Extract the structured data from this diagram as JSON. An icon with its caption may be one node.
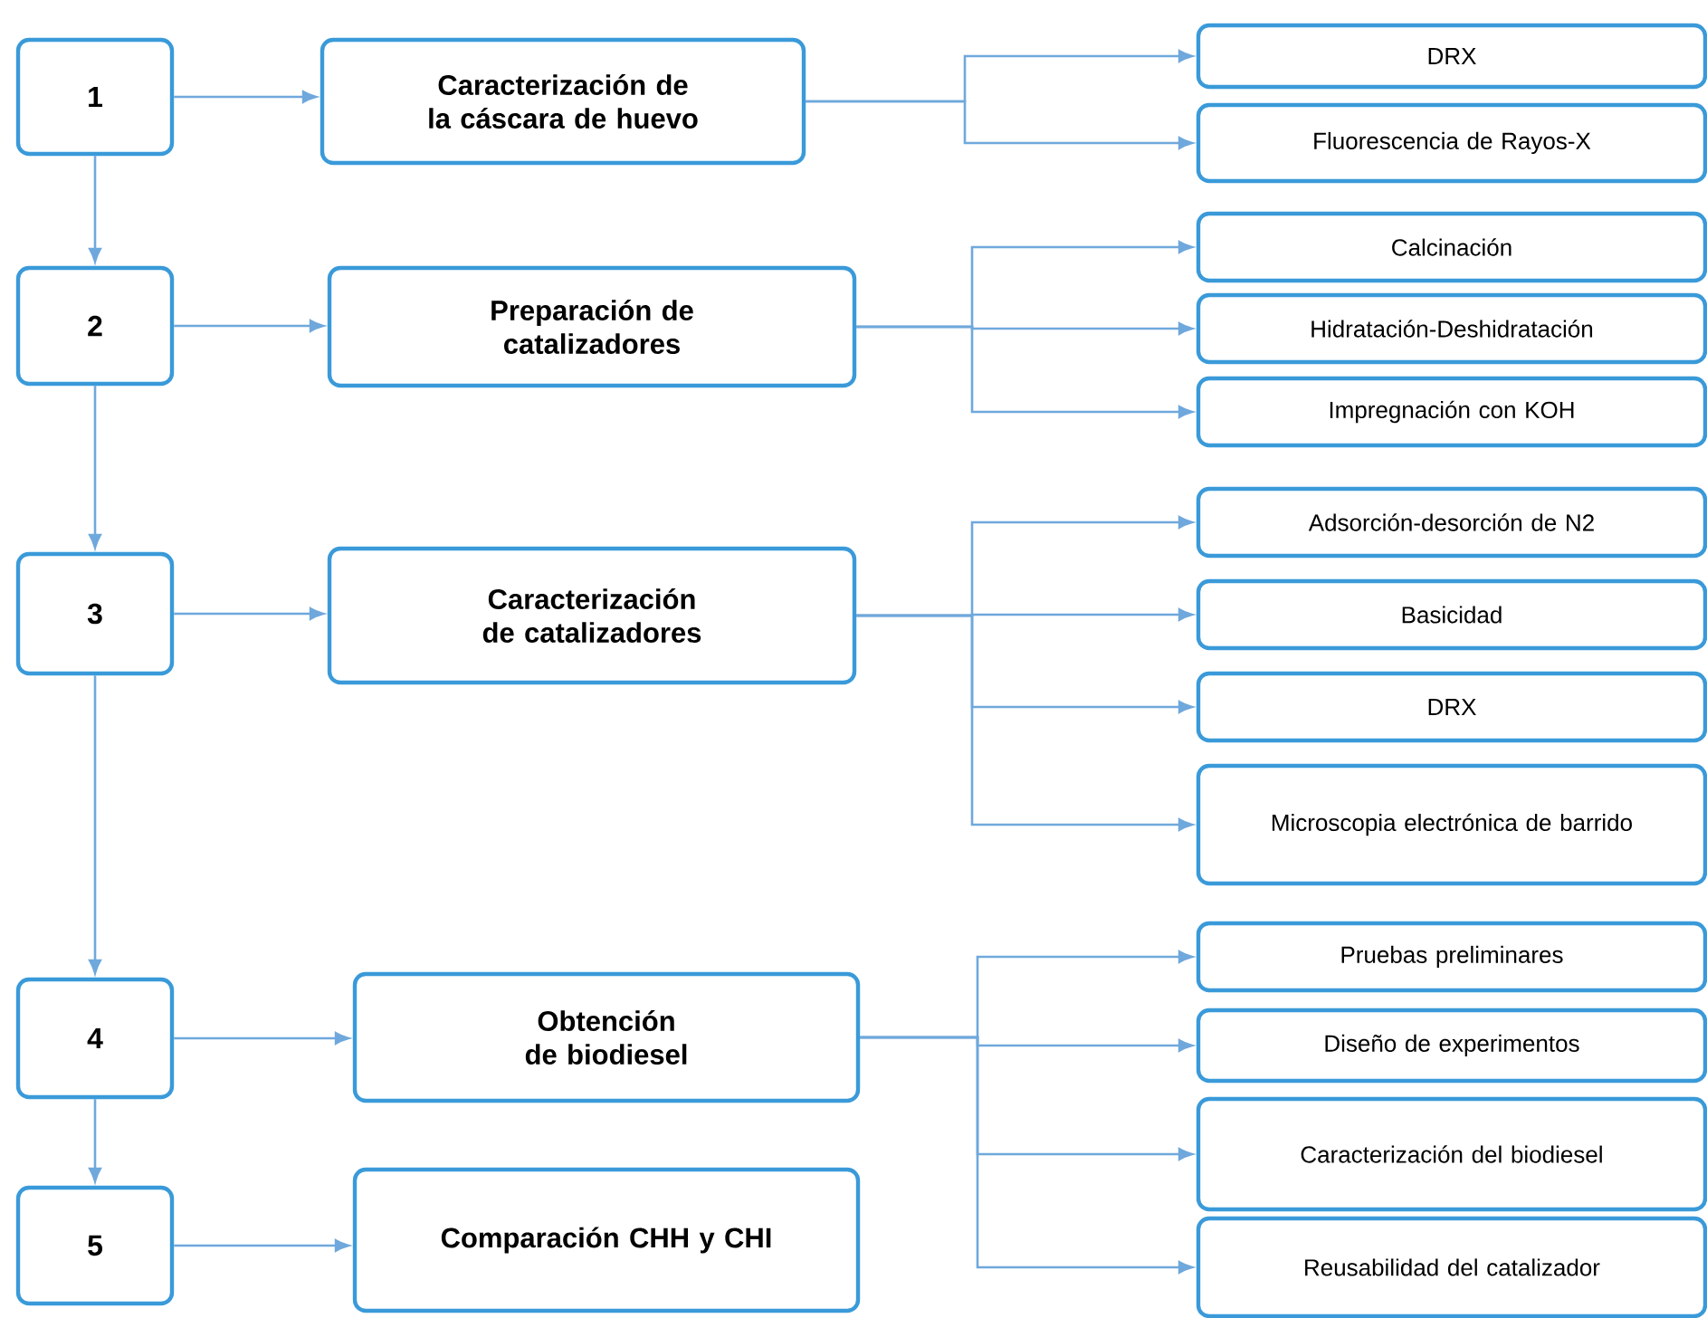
{
  "diagram": {
    "nodes": [
      {
        "text": [
          "1"
        ]
      },
      {
        "text": [
          "Caracterización de la cáscara de huevo"
        ]
      },
      {
        "text": [
          "DRX"
        ]
      },
      {
        "text": [
          "Fluorescencia de Rayos-X"
        ]
      },
      {
        "text": [
          "2"
        ]
      },
      {
        "text": [
          "Preparación de catalizadores"
        ]
      },
      {
        "text": [
          "Calcinación"
        ]
      },
      {
        "text": [
          "Hidratación-Deshidratación"
        ]
      },
      {
        "text": [
          "Impregnación con KOH"
        ]
      },
      {
        "text": [
          "3"
        ]
      },
      {
        "text": [
          "Caracterización de catalizadores"
        ]
      },
      {
        "text": [
          "Adsorción-desorción de N2"
        ]
      },
      {
        "text": [
          "Basicidad"
        ]
      },
      {
        "text": [
          "DRX"
        ]
      },
      {
        "text": [
          "Microscopia electrónica de barrido"
        ]
      },
      {
        "text": [
          "4"
        ]
      },
      {
        "text": [
          "Obtención de biodiesel"
        ]
      },
      {
        "text": [
          "Pruebas preliminares"
        ]
      },
      {
        "text": [
          "Diseño de experimentos"
        ]
      },
      {
        "text": [
          "Caracterización del biodiesel"
        ]
      },
      {
        "text": [
          "Reusabilidad del catalizador"
        ]
      },
      {
        "text": [
          "5"
        ]
      },
      {
        "text": [
          "Comparación CHH y CHI"
        ]
      }
    ],
    "edges": [
      {
        "from": 0,
        "to": 1,
        "arrow": "to"
      },
      {
        "from": 1,
        "to": 2,
        "arrow": "to"
      },
      {
        "from": 1,
        "to": 3,
        "arrow": "to"
      },
      {
        "from": 0,
        "to": 4,
        "arrow": "to"
      },
      {
        "from": 4,
        "to": 5,
        "arrow": "to"
      },
      {
        "from": 5,
        "to": 6,
        "arrow": "to"
      },
      {
        "from": 5,
        "to": 7,
        "arrow": "to"
      },
      {
        "from": 5,
        "to": 8,
        "arrow": "to"
      },
      {
        "from": 4,
        "to": 9,
        "arrow": "to"
      },
      {
        "from": 9,
        "to": 10,
        "arrow": "to"
      },
      {
        "from": 10,
        "to": 11,
        "arrow": "to"
      },
      {
        "from": 10,
        "to": 12,
        "arrow": "to"
      },
      {
        "from": 10,
        "to": 13,
        "arrow": "to"
      },
      {
        "from": 10,
        "to": 14,
        "arrow": "to"
      },
      {
        "from": 9,
        "to": 15,
        "arrow": "to"
      },
      {
        "from": 15,
        "to": 16,
        "arrow": "to"
      },
      {
        "from": 16,
        "to": 17,
        "arrow": "to"
      },
      {
        "from": 16,
        "to": 18,
        "arrow": "to"
      },
      {
        "from": 16,
        "to": 19,
        "arrow": "to"
      },
      {
        "from": 16,
        "to": 20,
        "arrow": "to"
      },
      {
        "from": 15,
        "to": 21,
        "arrow": "to"
      },
      {
        "from": 21,
        "to": 22,
        "arrow": "to"
      }
    ]
  }
}
